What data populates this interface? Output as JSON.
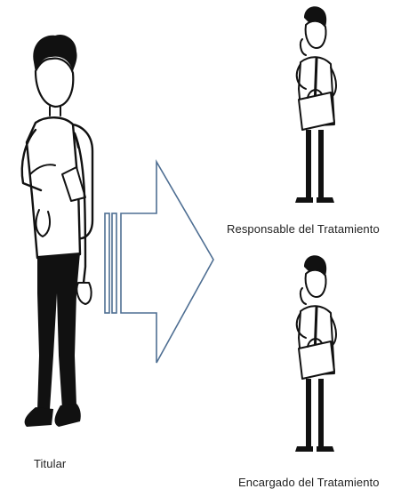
{
  "labels": {
    "titular": "Titular",
    "responsable": "Responsable del Tratamiento",
    "encargado": "Encargado del Tratamiento"
  },
  "colors": {
    "arrow_stroke": "#4f6f93",
    "figure": "#111111",
    "background": "#ffffff"
  },
  "icons": {
    "titular": "person-with-backpack",
    "responsable": "businessperson-on-phone",
    "encargado": "businessperson-on-phone",
    "arrow": "right-arrow"
  }
}
